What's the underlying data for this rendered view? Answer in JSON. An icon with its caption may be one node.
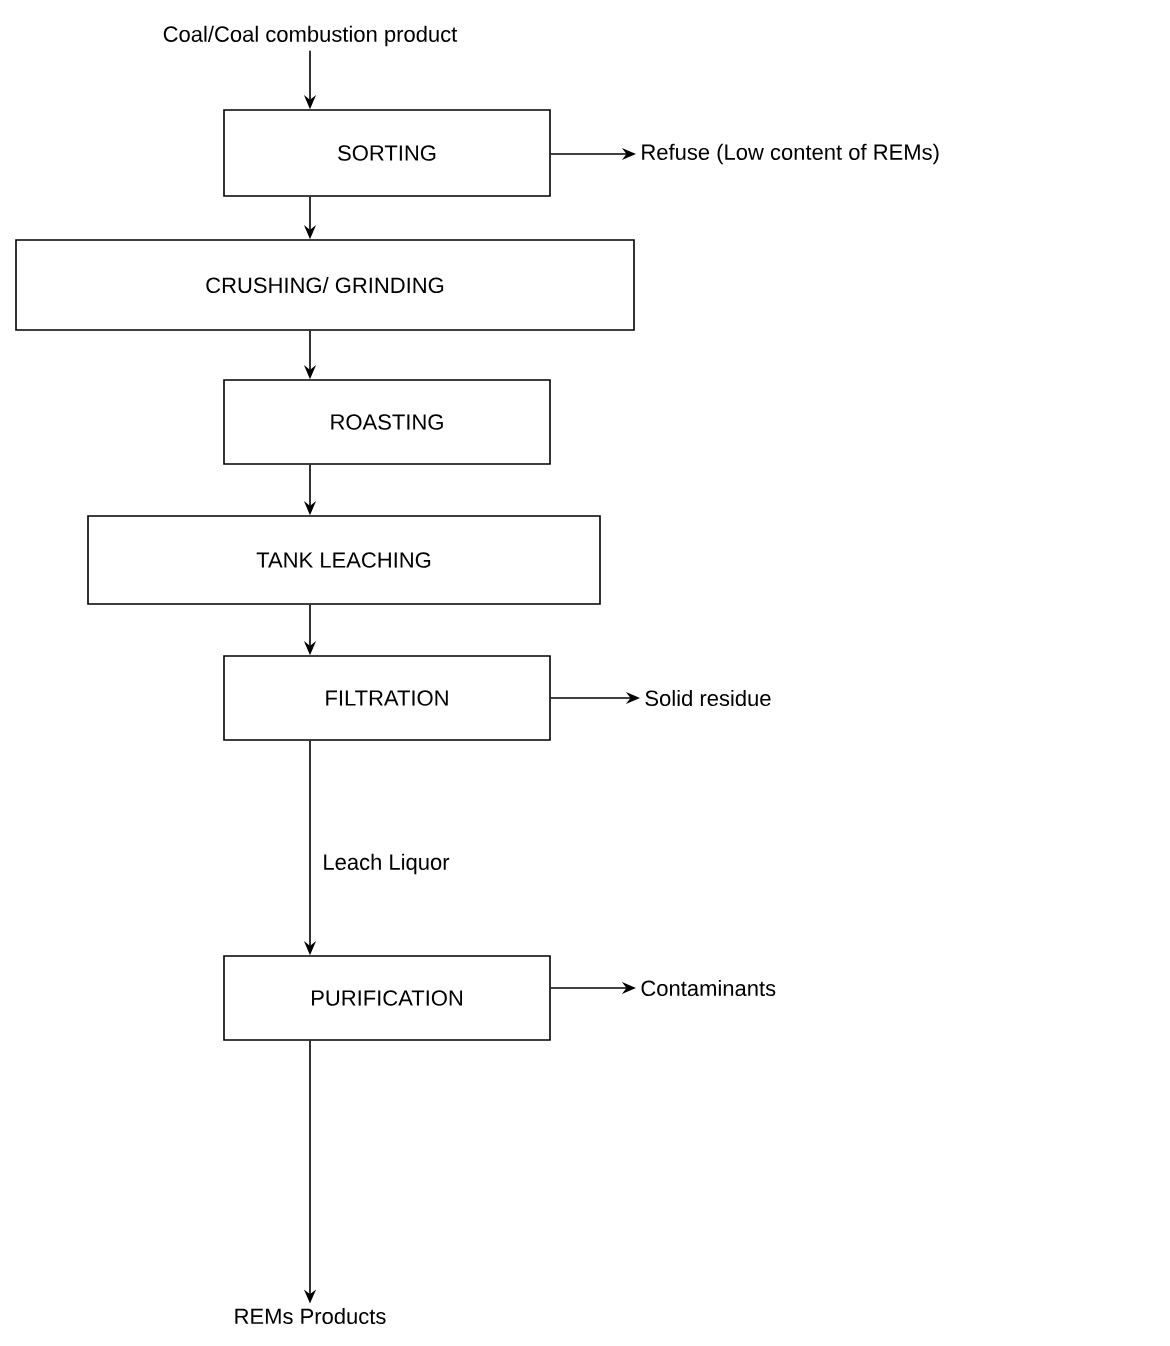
{
  "diagram": {
    "nodes": [
      {
        "text": [
          "Coal/Coal combustion product"
        ]
      },
      {
        "text": [
          "SORTING"
        ]
      },
      {
        "text": [
          "Refuse (Low content of REMs)"
        ]
      },
      {
        "text": [
          "CRUSHING/ GRINDING"
        ]
      },
      {
        "text": [
          "ROASTING"
        ]
      },
      {
        "text": [
          "TANK LEACHING"
        ]
      },
      {
        "text": [
          "FILTRATION"
        ]
      },
      {
        "text": [
          "Solid residue"
        ]
      },
      {
        "text": [
          "PURIFICATION"
        ]
      },
      {
        "text": [
          "Contaminants"
        ]
      },
      {
        "text": [
          "REMs Products"
        ]
      }
    ],
    "edges": [
      {
        "from": 0,
        "to": 1,
        "arrow": "to"
      },
      {
        "from": 1,
        "to": 2,
        "arrow": "to"
      },
      {
        "from": 1,
        "to": 3,
        "arrow": "to"
      },
      {
        "from": 3,
        "to": 4,
        "arrow": "to"
      },
      {
        "from": 4,
        "to": 5,
        "arrow": "to"
      },
      {
        "from": 5,
        "to": 6,
        "arrow": "to"
      },
      {
        "from": 6,
        "to": 7,
        "arrow": "to"
      },
      {
        "from": 6,
        "to": 8,
        "arrow": "to",
        "label": "Leach Liquor"
      },
      {
        "from": 8,
        "to": 9,
        "arrow": "to"
      },
      {
        "from": 8,
        "to": 10,
        "arrow": "to"
      }
    ]
  }
}
